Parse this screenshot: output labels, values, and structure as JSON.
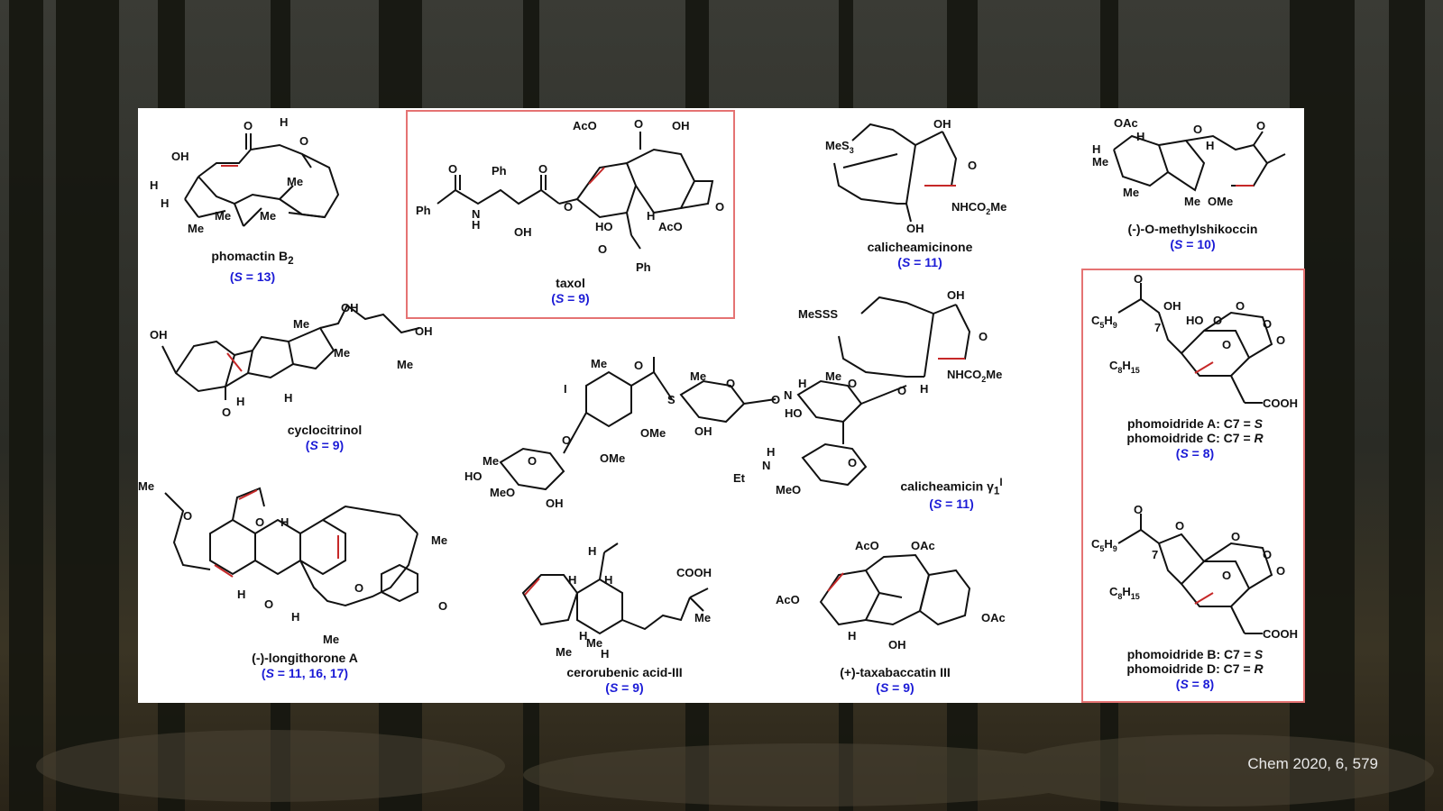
{
  "citation": "Chem 2020, 6, 579",
  "colors": {
    "highlight_box": "#e57373",
    "bond_highlight": "#c62828",
    "s_value": "#1b1bd6"
  },
  "molecules": [
    {
      "id": "phomactin",
      "name": "phomactin B",
      "sub": "2",
      "s": "13"
    },
    {
      "id": "taxol",
      "name": "taxol",
      "sub": "",
      "s": "9"
    },
    {
      "id": "calicheamicinone",
      "name": "calicheamicinone",
      "sub": "",
      "s": "11"
    },
    {
      "id": "shikoccin",
      "name": "(-)-O-methylshikoccin",
      "sub": "",
      "s": "10"
    },
    {
      "id": "cyclocitrinol",
      "name": "cyclocitrinol",
      "sub": "",
      "s": "9"
    },
    {
      "id": "calicheamicin",
      "name": "calicheamicin γ",
      "sub": "1",
      "sup": "I",
      "s": "11"
    },
    {
      "id": "longithorone",
      "name": "(-)-longithorone A",
      "sub": "",
      "s": "11, 16, 17"
    },
    {
      "id": "cerorubenic",
      "name": "cerorubenic acid-III",
      "sub": "",
      "s": "9"
    },
    {
      "id": "taxabaccatin",
      "name": "(+)-taxabaccatin III",
      "sub": "",
      "s": "9"
    },
    {
      "id": "phomoidride_ac",
      "name1": "phomoidride A: C7 = ",
      "name1_end": "S",
      "name2": "phomoidride C: C7 = ",
      "name2_end": "R",
      "s": "8"
    },
    {
      "id": "phomoidride_bd",
      "name1": "phomoidride B: C7 = ",
      "name1_end": "S",
      "name2": "phomoidride D: C7 = ",
      "name2_end": "R",
      "s": "8"
    }
  ],
  "s_prefix": "S",
  "s_eq": " = ",
  "atoms": {
    "phomactin": [
      "O",
      "H",
      "O",
      "OH",
      "H",
      "H",
      "Me",
      "Me",
      "Me",
      "Me"
    ],
    "taxol": [
      "AcO",
      "O",
      "OH",
      "O",
      "Ph",
      "Ph",
      "N",
      "H",
      "OH",
      "O",
      "O",
      "HO",
      "H",
      "AcO",
      "O",
      "O",
      "Ph"
    ],
    "calicheamicinone": [
      "MeS",
      "3",
      "OH",
      "O",
      "OH",
      "NHCO",
      "2",
      "Me"
    ],
    "shikoccin": [
      "OAc",
      "H",
      "Me",
      "H",
      "O",
      "H",
      "O",
      "Me",
      "Me",
      "OMe"
    ],
    "cyclocitrinol": [
      "OH",
      "Me",
      "OH",
      "Me",
      "OH",
      "Me",
      "O",
      "H",
      "H"
    ],
    "calicheamicin": [
      "MeSSS",
      "OH",
      "O",
      "NHCO",
      "2",
      "Me",
      "H",
      "Me",
      "O",
      "I",
      "S",
      "Me",
      "O",
      "O",
      "H",
      "N",
      "Me",
      "O",
      "HO",
      "O",
      "OH",
      "OMe",
      "OMe",
      "O",
      "Me",
      "HO",
      "MeO",
      "OH",
      "O",
      "H",
      "N",
      "Et",
      "MeO",
      "O"
    ],
    "longithorone": [
      "Me",
      "O",
      "O",
      "H",
      "Me",
      "H",
      "O",
      "H",
      "O",
      "O",
      "Me"
    ],
    "cerorubenic": [
      "H",
      "COOH",
      "H",
      "H",
      "Me",
      "H",
      "Me",
      "H",
      "Me"
    ],
    "taxabaccatin": [
      "AcO",
      "OAc",
      "AcO",
      "OAc",
      "H",
      "OH"
    ],
    "phomoidride_ac": [
      "O",
      "C",
      "5",
      "H",
      "9",
      "7",
      "OH",
      "HO",
      "O",
      "O",
      "O",
      "O",
      "O",
      "C",
      "8",
      "H",
      "15",
      "COOH"
    ],
    "phomoidride_bd": [
      "O",
      "C",
      "5",
      "H",
      "9",
      "7",
      "O",
      "O",
      "O",
      "O",
      "O",
      "C",
      "8",
      "H",
      "15",
      "COOH"
    ]
  }
}
